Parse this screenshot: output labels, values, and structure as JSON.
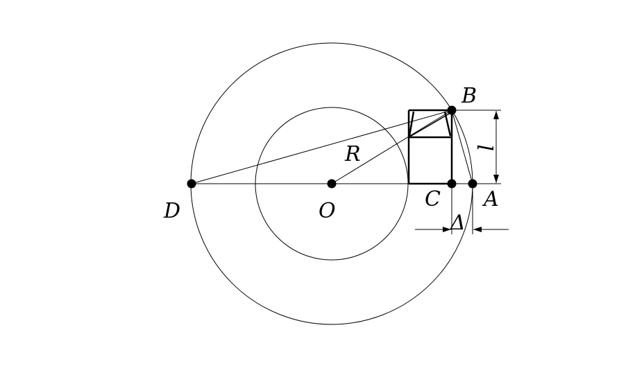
{
  "labels": {
    "O": "O",
    "A": "A",
    "B": "B",
    "C": "C",
    "D": "D",
    "R": "R",
    "l": "l",
    "delta": "Δ"
  },
  "colors": {
    "line": "#000000",
    "background": "#ffffff"
  }
}
